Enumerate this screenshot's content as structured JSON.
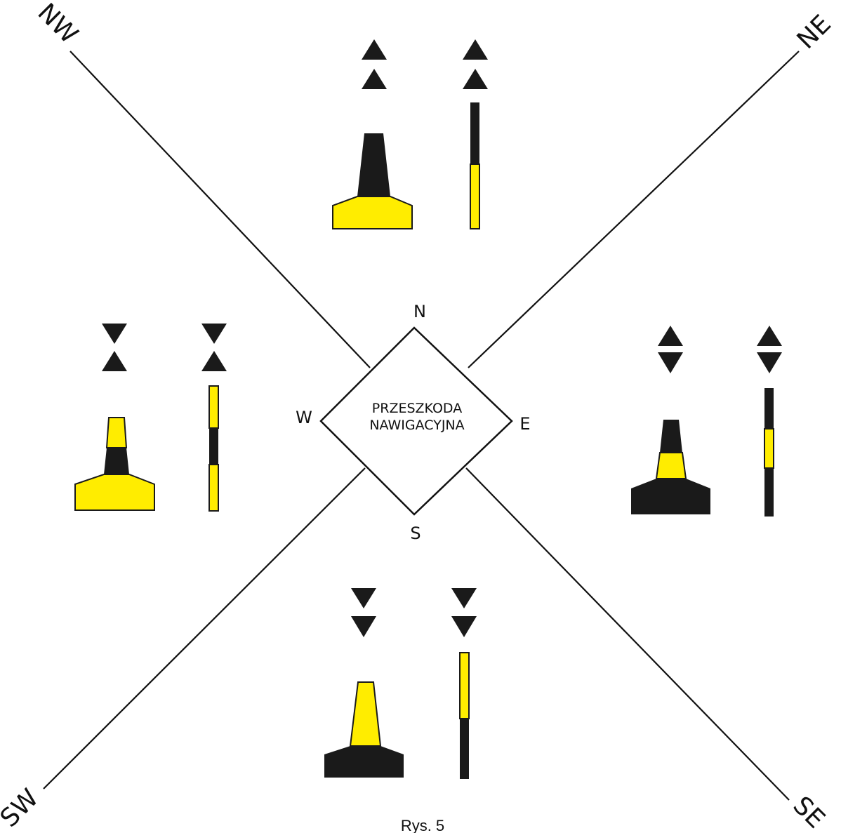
{
  "colors": {
    "yellow": "#ffed00",
    "black": "#1a1a1a",
    "line": "#111111"
  },
  "directions": {
    "nw": "NW",
    "ne": "NE",
    "sw": "SW",
    "se": "SE"
  },
  "compass": {
    "n": "N",
    "e": "E",
    "s": "S",
    "w": "W"
  },
  "center": {
    "line1": "PRZESZKODA",
    "line2": "NAWIGACYJNA"
  },
  "caption": "Rys. 5",
  "marks": {
    "north": {
      "topmark": "two cones pointing up",
      "buoy": "black over yellow",
      "spar": "black over yellow"
    },
    "east": {
      "topmark": "two cones base to base",
      "buoy": "black with yellow band",
      "spar": "black with yellow band"
    },
    "south": {
      "topmark": "two cones pointing down",
      "buoy": "yellow over black",
      "spar": "yellow over black"
    },
    "west": {
      "topmark": "two cones point to point",
      "buoy": "yellow with black band",
      "spar": "yellow with black band"
    }
  }
}
